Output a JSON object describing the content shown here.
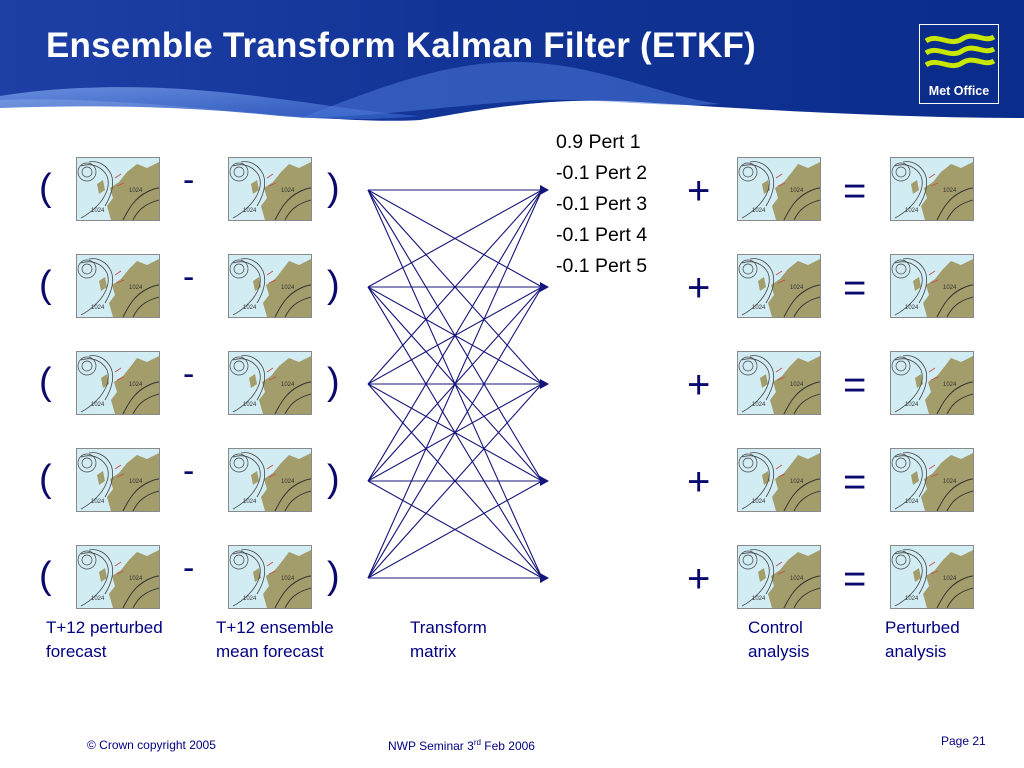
{
  "slide": {
    "title": "Ensemble Transform Kalman Filter (ETKF)",
    "logo_text": "Met Office",
    "rows": 5
  },
  "symbols": {
    "open_paren": "(",
    "close_paren": ")",
    "minus": "-",
    "plus": "+",
    "equals": "="
  },
  "weights": [
    "0.9 Pert 1",
    "-0.1 Pert 2",
    "-0.1 Pert 3",
    "-0.1 Pert 4",
    "-0.1 Pert 5"
  ],
  "labels": {
    "perturbed_forecast": "T+12 perturbed\nforecast",
    "ensemble_mean_forecast": "T+12 ensemble\nmean forecast",
    "transform_matrix": "Transform\nmatrix",
    "control_analysis": "Control\nanalysis",
    "perturbed_analysis": "Perturbed\nanalysis"
  },
  "map_labels": {
    "isobar": "1024"
  },
  "footer": {
    "copyright": "© Crown copyright 2005",
    "seminar_prefix": "NWP Seminar 3",
    "seminar_sup": "rd",
    "seminar_suffix": " Feb 2006",
    "page": "Page 21"
  },
  "colors": {
    "header_blue": "#0a2d8c",
    "header_light": "#2f63c9",
    "symbol_text": "#0a0a6e",
    "label_text": "#000080",
    "map_land": "#a39d6b",
    "map_sea": "#d2ecf4",
    "logo_wave": "#c8e600"
  },
  "icons": {
    "logo": "met-office-wave-logo",
    "map": "weather-chart-thumbnail"
  }
}
